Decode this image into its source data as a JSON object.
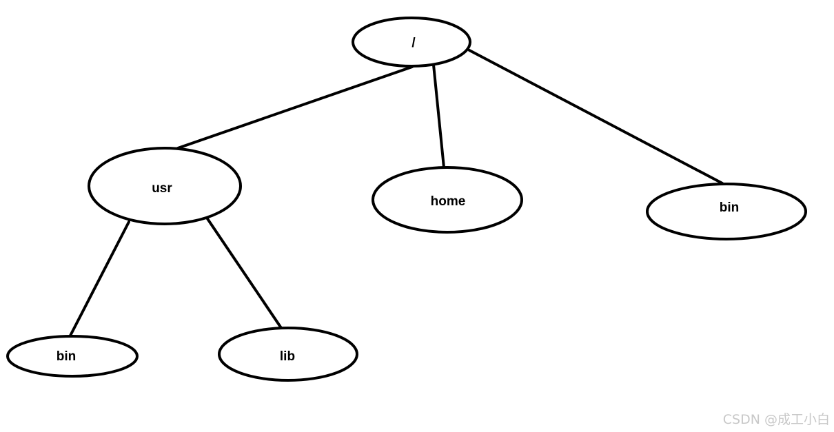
{
  "diagram": {
    "type": "tree",
    "nodes": [
      {
        "id": "root",
        "label": "/"
      },
      {
        "id": "usr",
        "label": "usr"
      },
      {
        "id": "home",
        "label": "home"
      },
      {
        "id": "bin_top",
        "label": "bin"
      },
      {
        "id": "bin_usr",
        "label": "bin"
      },
      {
        "id": "lib",
        "label": "lib"
      }
    ],
    "edges": [
      {
        "from": "root",
        "to": "usr"
      },
      {
        "from": "root",
        "to": "home"
      },
      {
        "from": "root",
        "to": "bin_top"
      },
      {
        "from": "usr",
        "to": "bin_usr"
      },
      {
        "from": "usr",
        "to": "lib"
      }
    ]
  },
  "watermark": "CSDN @成工小白"
}
